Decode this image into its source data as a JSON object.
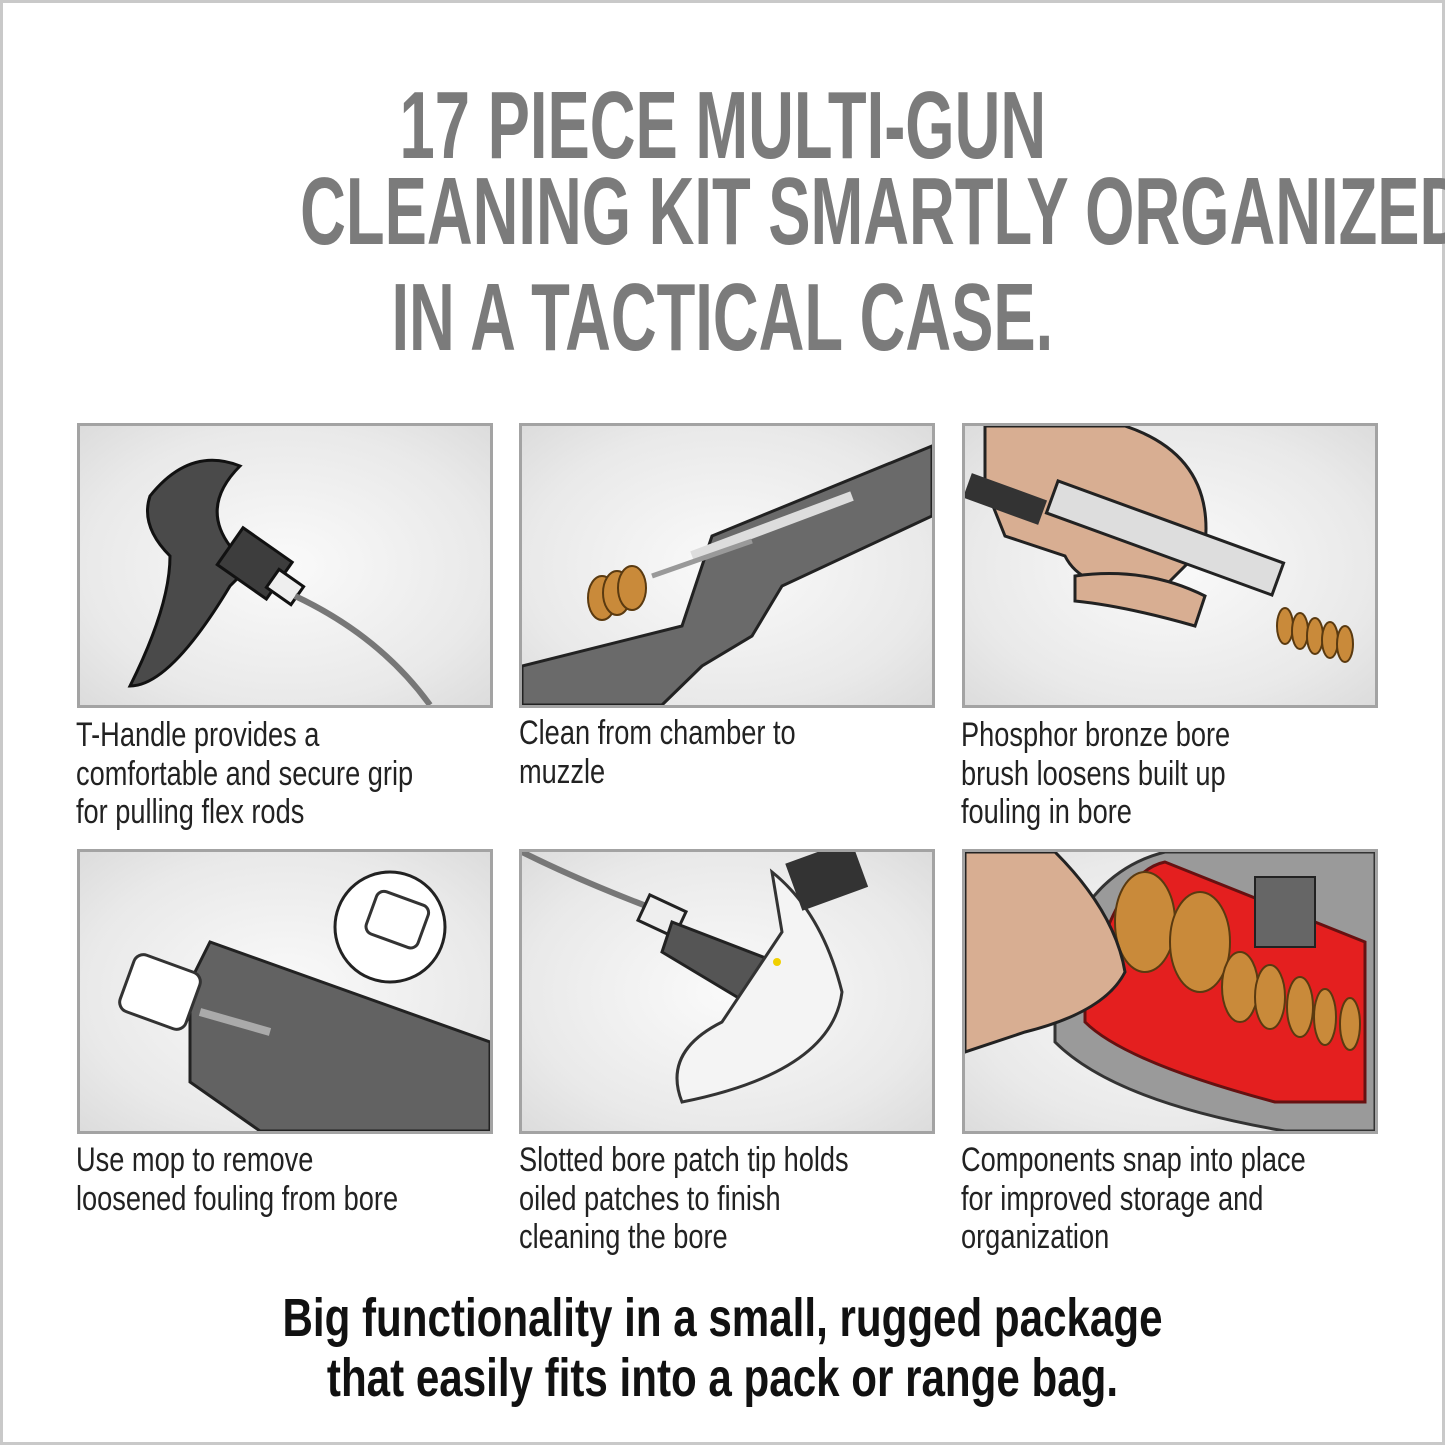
{
  "headline": {
    "lines": [
      "17 PIECE MULTI-GUN",
      "CLEANING KIT SMARTLY ORGANIZED",
      "IN A TACTICAL CASE."
    ]
  },
  "panels": [
    {
      "illustration": "t-handle-icon",
      "caption": [
        "T-Handle provides a",
        "comfortable and secure grip",
        "for pulling flex rods"
      ]
    },
    {
      "illustration": "rifle-chamber-brush-icon",
      "caption": [
        "Clean from chamber to",
        "muzzle"
      ]
    },
    {
      "illustration": "hand-bore-brush-icon",
      "caption": [
        "Phosphor bronze bore",
        "brush loosens built up",
        "fouling in bore"
      ]
    },
    {
      "illustration": "mop-barrel-icon",
      "caption": [
        "Use mop to remove",
        "loosened fouling from bore"
      ]
    },
    {
      "illustration": "slotted-patch-tip-icon",
      "caption": [
        "Slotted bore patch tip holds",
        "oiled patches to finish",
        "cleaning the bore"
      ]
    },
    {
      "illustration": "organized-case-icon",
      "caption": [
        "Components snap into place",
        "for improved storage and",
        "organization"
      ]
    }
  ],
  "footer": {
    "lines": [
      "Big functionality in a small, rugged package",
      "that easily fits into a pack or range bag."
    ]
  },
  "colors": {
    "headline": "#7b7b7b",
    "panel_border": "#a3a3a3",
    "bronze": "#c98a3a",
    "case_red": "#e41f1f",
    "tool_gray": "#5a5a5a"
  }
}
